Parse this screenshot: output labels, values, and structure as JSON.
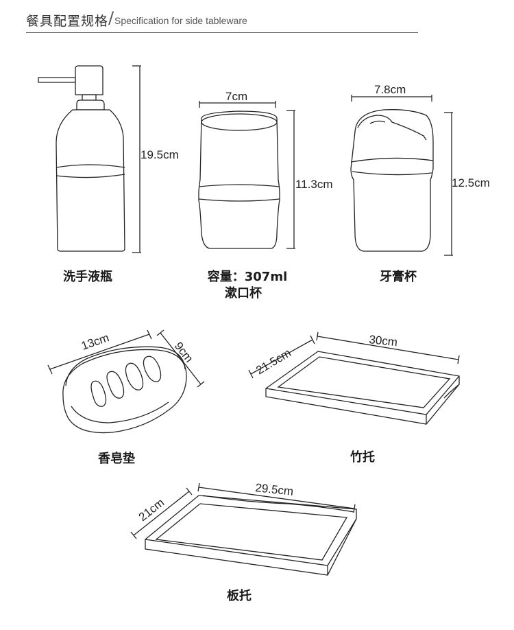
{
  "header": {
    "title_cn": "餐具配置规格",
    "separator": "/",
    "title_en": "Specification for side tableware"
  },
  "items": [
    {
      "name": "洗手液瓶",
      "dims": [
        "19.5cm"
      ]
    },
    {
      "name": "容量：307ml",
      "name2": "漱口杯",
      "dims": [
        "7cm",
        "11.3cm"
      ]
    },
    {
      "name": "牙膏杯",
      "dims": [
        "7.8cm",
        "12.5cm"
      ]
    },
    {
      "name": "香皂垫",
      "dims": [
        "13cm",
        "9cm"
      ]
    },
    {
      "name": "竹托",
      "dims": [
        "30cm",
        "21.5cm"
      ]
    },
    {
      "name": "板托",
      "dims": [
        "29.5cm",
        "21cm"
      ]
    }
  ]
}
